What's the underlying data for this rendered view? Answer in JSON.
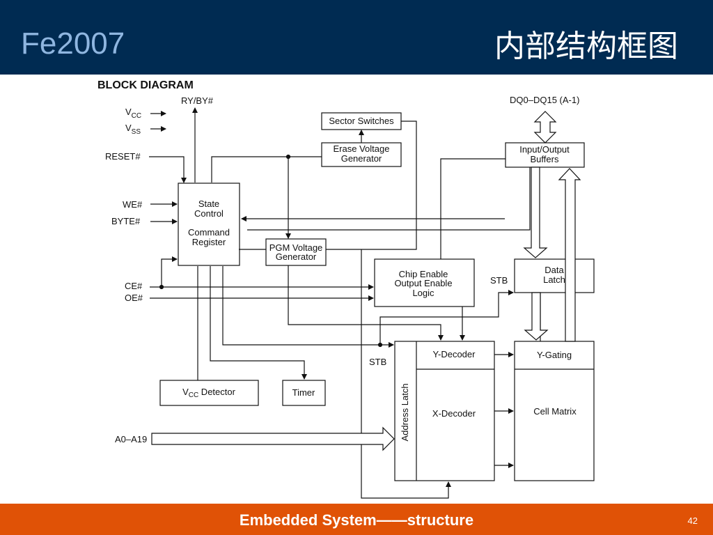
{
  "header": {
    "left_title": "Fe2007",
    "right_title": "内部结构框图"
  },
  "diagram": {
    "heading": "BLOCK DIAGRAM",
    "signals": {
      "rybusy": "RY/BY#",
      "vcc_main": "V",
      "vcc_sub": "CC",
      "vss_main": "V",
      "vss_sub": "SS",
      "reset": "RESET#",
      "we": "WE#",
      "byte": "BYTE#",
      "ce": "CE#",
      "oe": "OE#",
      "addr": "A0–A19",
      "dq": "DQ0–DQ15 (A-1)",
      "stb_upper": "STB",
      "stb_lower": "STB"
    },
    "blocks": {
      "sector_switches": "Sector Switches",
      "erase_voltage_1": "Erase Voltage",
      "erase_voltage_2": "Generator",
      "state_control_1": "State",
      "state_control_2": "Control",
      "command_register_1": "Command",
      "command_register_2": "Register",
      "pgm_voltage_1": "PGM Voltage",
      "pgm_voltage_2": "Generator",
      "io_buffers_1": "Input/Output",
      "io_buffers_2": "Buffers",
      "chip_enable_1": "Chip Enable",
      "chip_enable_2": "Output Enable",
      "chip_enable_3": "Logic",
      "data_latch_1": "Data",
      "data_latch_2": "Latch",
      "y_decoder": "Y-Decoder",
      "y_gating": "Y-Gating",
      "x_decoder": "X-Decoder",
      "cell_matrix": "Cell Matrix",
      "address_latch": "Address Latch",
      "vcc_detector_main": "V",
      "vcc_detector_sub": "CC",
      "vcc_detector_rest": " Detector",
      "timer": "Timer"
    }
  },
  "footer": {
    "title": "Embedded System——structure",
    "page": "42"
  }
}
